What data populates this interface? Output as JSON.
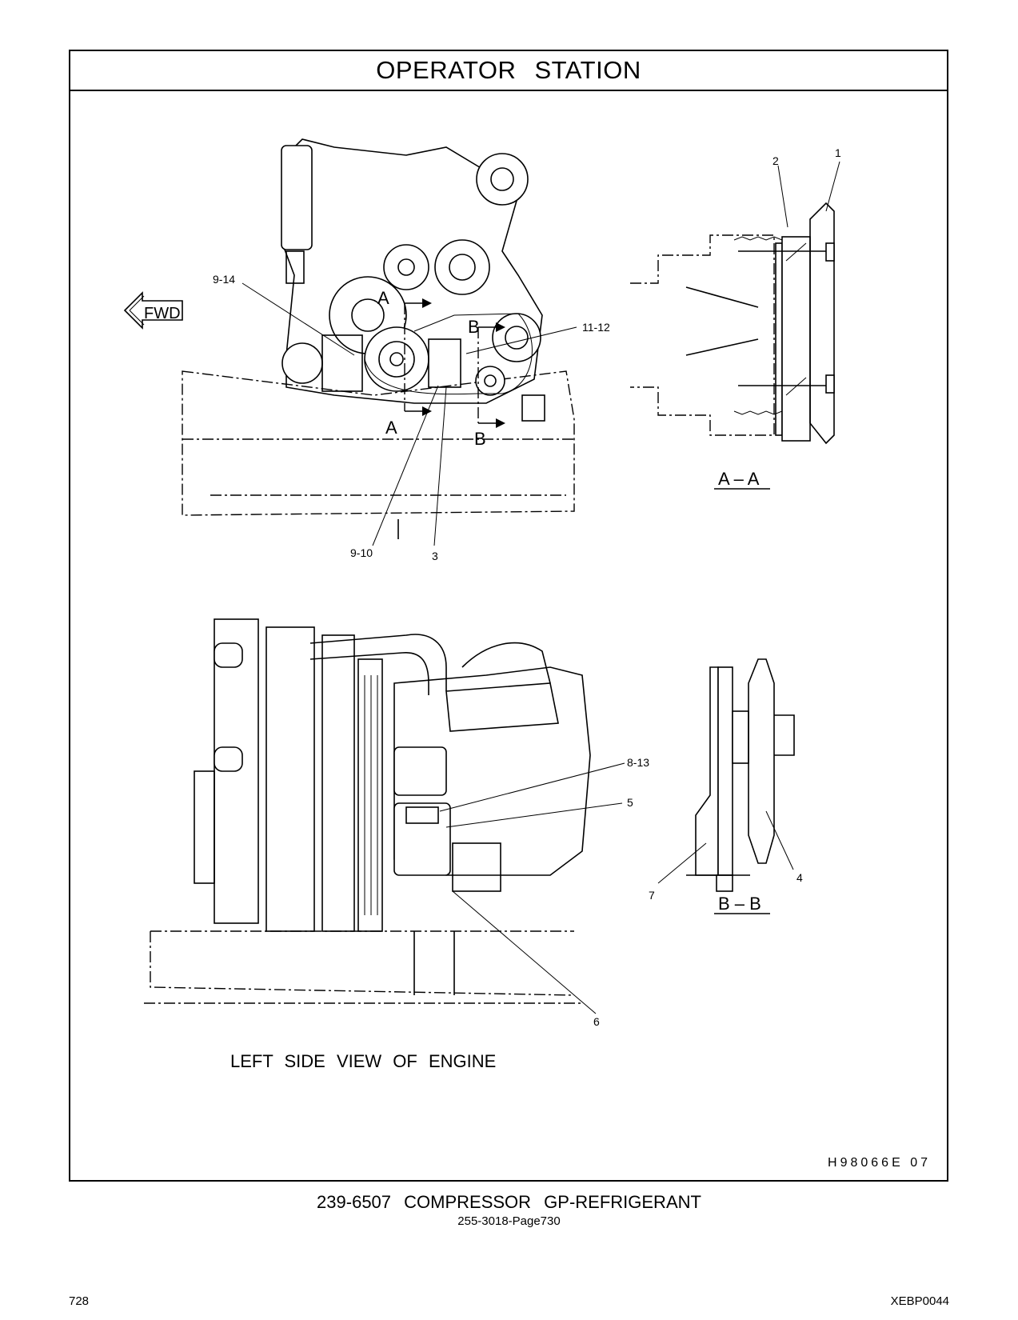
{
  "header": {
    "title": "OPERATOR   STATION"
  },
  "diagram": {
    "fwd_label": "FWD",
    "section_marks": {
      "a": "A",
      "b": "B"
    },
    "callouts": {
      "c_9_14": "9-14",
      "c_11_12": "11-12",
      "c_9_10": "9-10",
      "c_3": "3",
      "c_1": "1",
      "c_2": "2",
      "c_8_13": "8-13",
      "c_5": "5",
      "c_6": "6",
      "c_4": "4",
      "c_7": "7"
    },
    "section_aa_title": "A – A",
    "section_bb_title": "B – B",
    "view_caption": "LEFT SIDE VIEW OF ENGINE",
    "figure_code": "H98066E   07"
  },
  "footer": {
    "title": "239-6507   COMPRESSOR GP-REFRIGERANT",
    "subtitle": "255-3018-Page730",
    "page_number": "728",
    "doc_id": "XEBP0044"
  }
}
